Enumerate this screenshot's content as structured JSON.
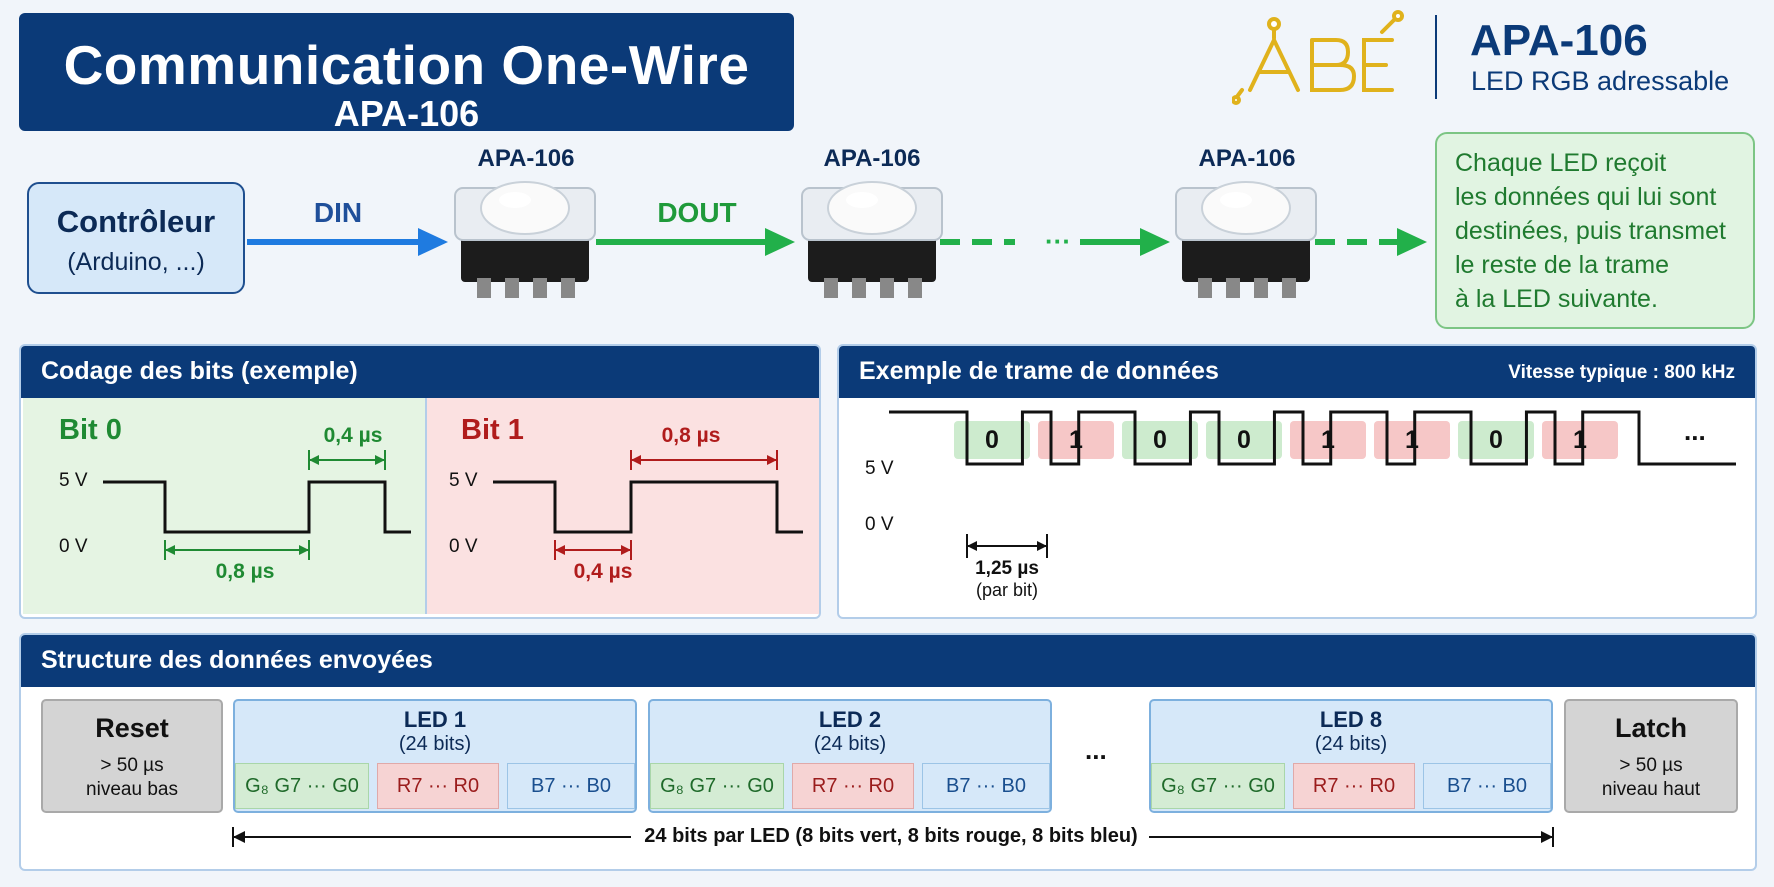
{
  "header": {
    "title": "Communication One-Wire",
    "subtitle": "APA-106"
  },
  "brand": {
    "logo_text": "ABE",
    "title": "APA-106",
    "subtitle": "LED RGB adressable"
  },
  "chain": {
    "controller_title": "Contrôleur",
    "controller_sub": "(Arduino, ...)",
    "din_label": "DIN",
    "dout_label": "DOUT",
    "led_labels": [
      "APA-106",
      "APA-106",
      "APA-106"
    ],
    "ellipsis": "...",
    "note_lines": [
      "Chaque LED reçoit",
      "les données qui lui sont",
      "destinées, puis transmet",
      "le reste de la trame",
      "à la LED suivante."
    ]
  },
  "bit_coding": {
    "title": "Codage des bits (exemple)",
    "bit0": {
      "title": "Bit 0",
      "high_time": "0,4 µs",
      "low_time": "0,8 µs",
      "high_us": 0.4,
      "low_us": 0.8
    },
    "bit1": {
      "title": "Bit 1",
      "high_time": "0,8 µs",
      "low_time": "0,4 µs",
      "high_us": 0.8,
      "low_us": 0.4
    },
    "v_high": "5 V",
    "v_low": "0 V"
  },
  "frame": {
    "title": "Exemple de trame de données",
    "speed": "Vitesse typique : 800 kHz",
    "bits": [
      "0",
      "1",
      "0",
      "0",
      "1",
      "1",
      "0",
      "1"
    ],
    "ellipsis": "...",
    "v_high": "5 V",
    "v_low": "0 V",
    "bit_time": "1,25 µs",
    "bit_time_note": "(par bit)"
  },
  "structure": {
    "title": "Structure des données envoyées",
    "reset": {
      "title": "Reset",
      "line1": "> 50 µs",
      "line2": "niveau bas"
    },
    "latch": {
      "title": "Latch",
      "line1": "> 50 µs",
      "line2": "niveau haut"
    },
    "leds": [
      {
        "title": "LED 1",
        "bits": "(24 bits)",
        "g": "G₈  G7 ··· G0",
        "r": "R7  ···  R0",
        "b": "B7  ···  B0"
      },
      {
        "title": "LED 2",
        "bits": "(24 bits)",
        "g": "G₈  G7 ··· G0",
        "r": "R7  ···  R0",
        "b": "B7  ···  B0"
      },
      {
        "title": "LED 8",
        "bits": "(24 bits)",
        "g": "G₈  G7 ··· G0",
        "r": "R7  ···  R0",
        "b": "B7  ···  B0"
      }
    ],
    "ellipsis": "...",
    "footer": "24 bits par LED (8 bits vert, 8 bits rouge, 8 bits bleu)"
  },
  "colors": {
    "navy": "#0b3a78",
    "green": "#1f9a3a",
    "red": "#b01c1c",
    "blue_arrow": "#1f7be0"
  }
}
